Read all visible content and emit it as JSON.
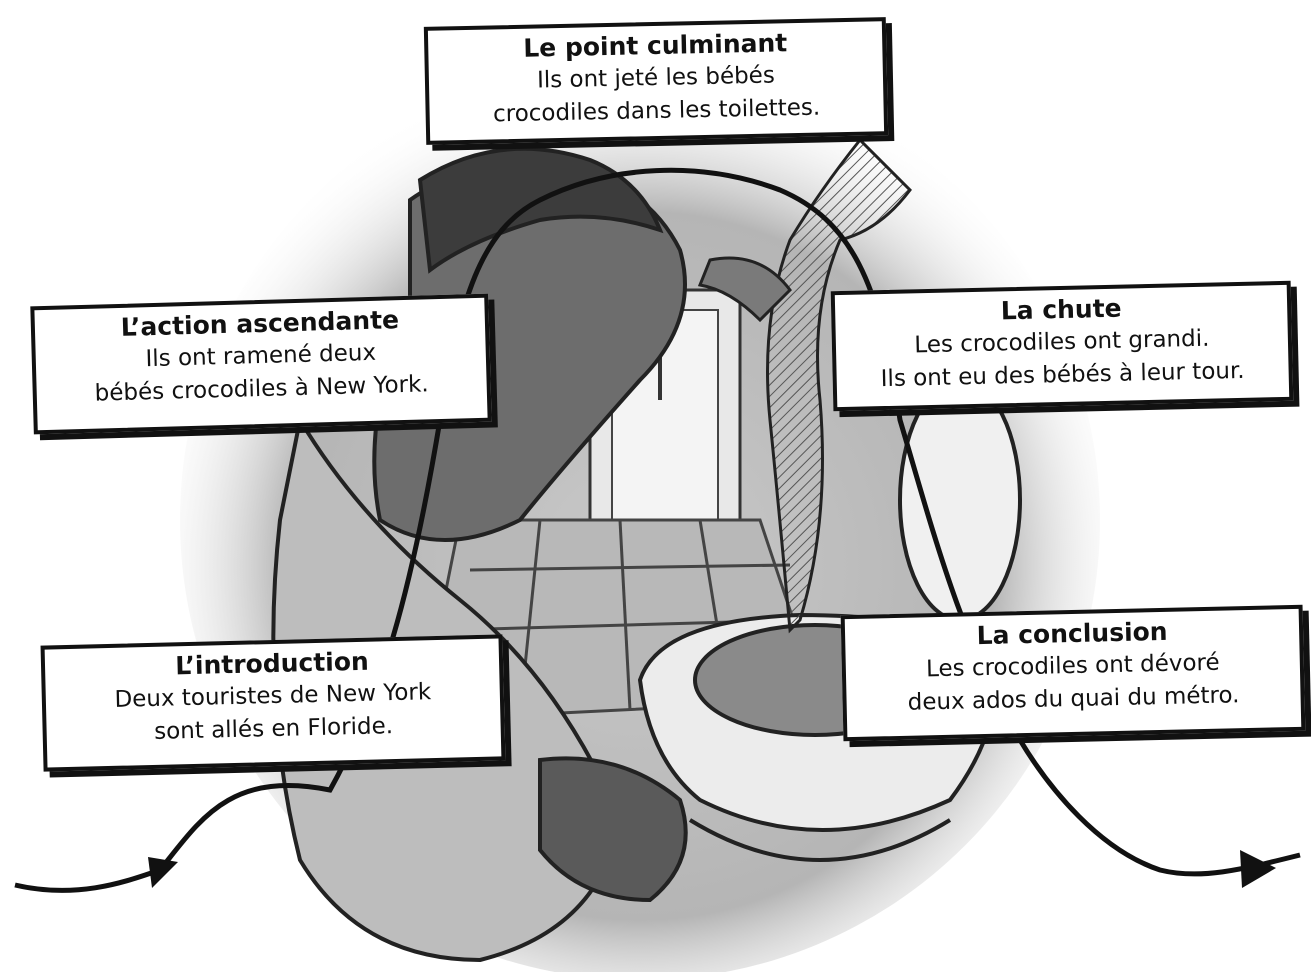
{
  "boxes": {
    "climax": {
      "title": "Le point culminant",
      "line1": "Ils ont jeté les bébés",
      "line2": "crocodiles dans les toilettes."
    },
    "rising_action": {
      "title": "L’action ascendante",
      "line1": "Ils ont ramené deux",
      "line2": "bébés crocodiles à New York."
    },
    "falling_action": {
      "title": "La chute",
      "line1": "Les crocodiles ont grandi.",
      "line2": "Ils ont eu des bébés à leur tour."
    },
    "introduction": {
      "title": "L’introduction",
      "line1": "Deux touristes de New York",
      "line2": "sont allés en Floride."
    },
    "conclusion": {
      "title": "La conclusion",
      "line1": "Les crocodiles ont dévoré",
      "line2": "deux ados du quai du métro."
    }
  },
  "colors": {
    "ink": "#111111",
    "shade": "#9a9a9a",
    "light": "#d6d6d6"
  }
}
